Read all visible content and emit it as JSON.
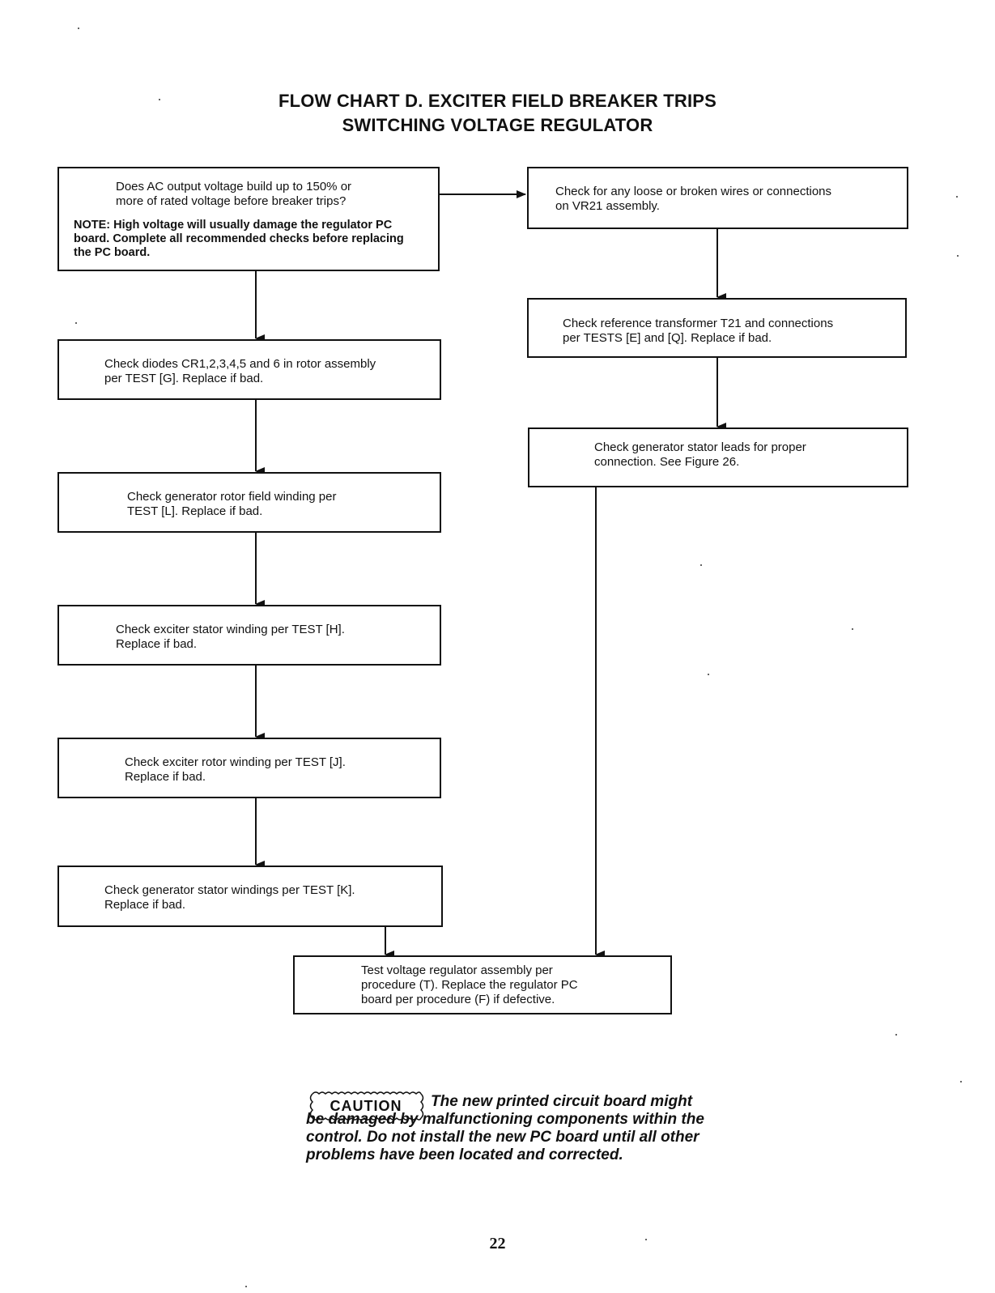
{
  "header": {
    "title_line1": "FLOW CHART D. EXCITER FIELD BREAKER TRIPS",
    "title_line2": "SWITCHING VOLTAGE REGULATOR"
  },
  "flowchart": {
    "question": {
      "text": "Does AC output voltage build up to 150% or\nmore of rated voltage before breaker trips?",
      "note": "NOTE: High voltage will usually damage the regulator PC\nboard. Complete all recommended checks before replacing\nthe PC board."
    },
    "left_steps": [
      "Check diodes CR1,2,3,4,5 and 6 in rotor assembly\nper TEST [G]. Replace if bad.",
      "Check generator rotor field winding per\nTEST [L]. Replace if bad.",
      "Check exciter stator winding per TEST [H].\nReplace if bad.",
      "Check exciter rotor winding per TEST [J].\nReplace if bad.",
      "Check generator stator windings per TEST [K].\nReplace if bad."
    ],
    "right_steps": [
      "Check for any loose or broken wires or connections\non VR21 assembly.",
      "Check reference transformer T21 and connections\nper TESTS [E] and [Q]. Replace if bad.",
      "Check generator stator leads for proper\nconnection. See Figure 26."
    ],
    "final_step": "Test voltage regulator assembly per\nprocedure (T). Replace the regulator PC\nboard per procedure (F) if defective."
  },
  "caution": {
    "label": "CAUTION",
    "text": "The new printed circuit board might be damaged by malfunctioning components within the control. Do not install the new PC board until all other problems have been located and corrected."
  },
  "footer": {
    "page_number": "22"
  }
}
